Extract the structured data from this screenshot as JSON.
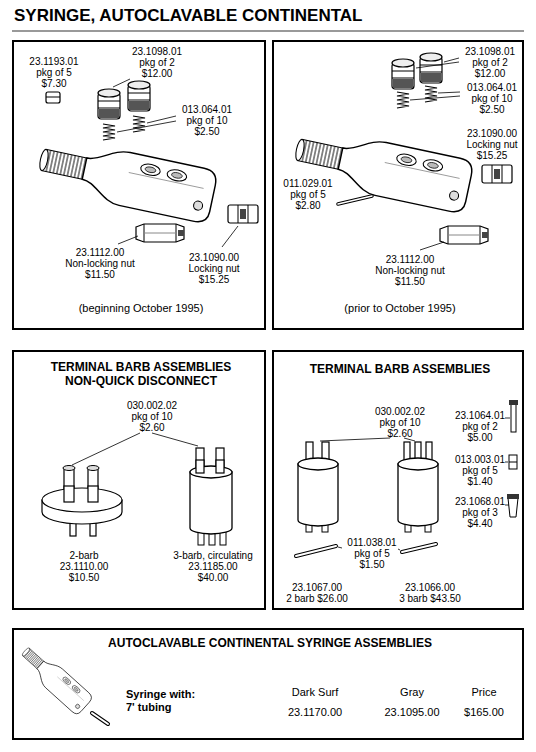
{
  "diagram": {
    "title": "SYRINGE, AUTOCLAVABLE CONTINENTAL",
    "nodes": [
      {
        "text": [
          "23.1193.01",
          "pkg of 5",
          "$7.30",
          "23.1098.01",
          "pkg of 2",
          "$12.00",
          "013.064.01",
          "pkg of 10",
          "$2.50",
          "23.1112.00",
          "Non-locking nut",
          "$11.50",
          "23.1090.00",
          "Locking nut",
          "$15.25",
          "(beginning October 1995)"
        ]
      },
      {
        "text": [
          "23.1098.01",
          "pkg of 2",
          "$12.00",
          "013.064.01",
          "pkg of 10",
          "$2.50",
          "23.1090.00",
          "Locking nut",
          "$15.25",
          "011.029.01",
          "pkg of 5",
          "$2.80",
          "23.1112.00",
          "Non-locking nut",
          "$11.50",
          "(prior to October 1995)"
        ]
      },
      {
        "text": [
          "TERMINAL BARB ASSEMBLIES",
          "NON-QUICK DISCONNECT",
          "030.002.02",
          "pkg of 10",
          "$2.60",
          "2-barb",
          "23.1110.00",
          "$10.50",
          "3-barb, circulating",
          "23.1185.00",
          "$40.00"
        ]
      },
      {
        "text": [
          "TERMINAL BARB ASSEMBLIES",
          "030.002.02",
          "pkg of 10",
          "$2.60",
          "23.1064.01",
          "pkg of 2",
          "$5.00",
          "013.003.01",
          "pkg of 5",
          "$1.40",
          "23.1068.01",
          "pkg of 3",
          "$4.40",
          "011.038.01",
          "pkg of 5",
          "$1.50",
          "23.1067.00",
          "2 barb $26.00",
          "23.1066.00",
          "3 barb $43.50"
        ]
      },
      {
        "text": [
          "AUTOCLAVABLE CONTINENTAL SYRINGE ASSEMBLIES",
          "Syringe with:",
          "7' tubing",
          "Dark Surf",
          "23.1170.00",
          "Gray",
          "23.1095.00",
          "Price",
          "$165.00"
        ]
      }
    ]
  }
}
